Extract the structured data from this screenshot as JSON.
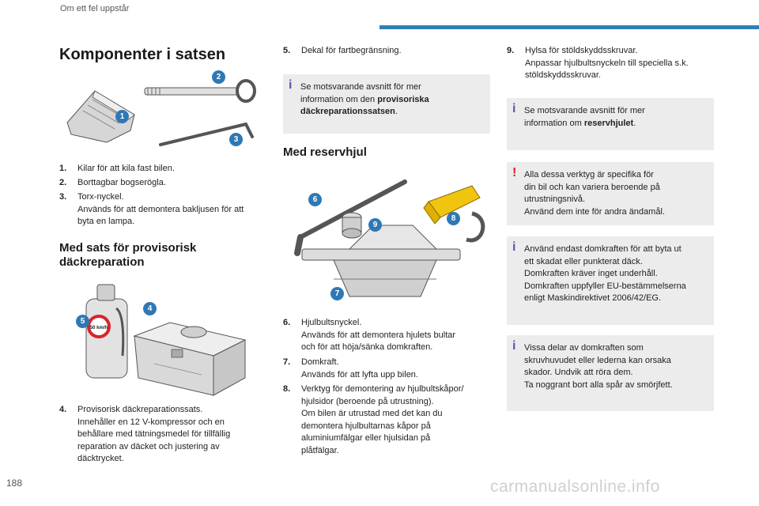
{
  "header": {
    "section": "Om ett fel uppstår"
  },
  "title": "Komponenter i satsen",
  "page_number": "188",
  "watermark": "carmanualsonline.info",
  "badges": {
    "b1": "1",
    "b2": "2",
    "b3": "3",
    "b4": "4",
    "b5": "5",
    "b6": "6",
    "b7": "7",
    "b8": "8",
    "b9": "9"
  },
  "col1": {
    "items": [
      {
        "num": "1.",
        "lines": [
          "Kilar för att kila fast bilen."
        ]
      },
      {
        "num": "2.",
        "lines": [
          "Borttagbar bogserögla."
        ]
      },
      {
        "num": "3.",
        "lines": [
          "Torx-nyckel.",
          "Används för att demontera bakljusen för att",
          "byta en lampa."
        ]
      }
    ],
    "section2_title_1": "Med sats för provisorisk",
    "section2_title_2": "däckreparation",
    "bottle_label": "50 km/h",
    "item4": {
      "num": "4.",
      "lines": [
        "Provisorisk däckreparationssats.",
        "Innehåller en 12 V-kompressor och en",
        "behållare med tätningsmedel för tillfällig",
        "reparation av däcket och justering av",
        "däcktrycket."
      ]
    }
  },
  "col2": {
    "item5": {
      "num": "5.",
      "text": "Dekal för fartbegränsning."
    },
    "note1": {
      "line1": "Se motsvarande avsnitt för mer",
      "line2_pre": "information om den ",
      "line2_bold": "provisoriska",
      "line3_bold": "däckreparationssatsen",
      "line3_post": "."
    },
    "section_title": "Med reservhjul",
    "items": [
      {
        "num": "6.",
        "lines": [
          "Hjulbultsnyckel.",
          "Används för att demontera hjulets bultar",
          "och för att höja/sänka domkraften."
        ]
      },
      {
        "num": "7.",
        "lines": [
          "Domkraft.",
          "Används för att lyfta upp bilen."
        ]
      },
      {
        "num": "8.",
        "lines": [
          "Verktyg för demontering av hjulbultskåpor/",
          "hjulsidor (beroende på utrustning).",
          "Om bilen är utrustad med det kan du",
          "demontera hjulbultarnas kåpor på",
          "aluminiumfälgar eller hjulsidan på",
          "plåtfälgar."
        ]
      }
    ]
  },
  "col3": {
    "item9": {
      "num": "9.",
      "lines": [
        "Hylsa för stöldskyddsskruvar.",
        "Anpassar hjulbultsnyckeln till speciella s.k.",
        "stöldskyddsskruvar."
      ]
    },
    "note1": {
      "line1": "Se motsvarande avsnitt för mer",
      "line2_pre": "information om ",
      "line2_bold": "reservhjulet",
      "line2_post": "."
    },
    "note2": {
      "lines": [
        "Alla dessa verktyg är specifika för",
        "din bil och kan variera beroende på",
        "utrustningsnivå.",
        "Använd dem inte för andra ändamål."
      ]
    },
    "note3": {
      "lines": [
        "Använd endast domkraften för att byta ut",
        "ett skadat eller punkterat däck.",
        "Domkraften kräver inget underhåll.",
        "Domkraften uppfyller EU-bestämmelserna",
        "enligt Maskindirektivet 2006/42/EG."
      ]
    },
    "note4": {
      "lines": [
        "Vissa delar av domkraften som",
        "skruvhuvudet eller lederna kan orsaka",
        "skador. Undvik att röra dem.",
        "Ta noggrant bort alla spår av smörjfett."
      ]
    }
  },
  "marks": {
    "info": "i",
    "warn": "!"
  }
}
